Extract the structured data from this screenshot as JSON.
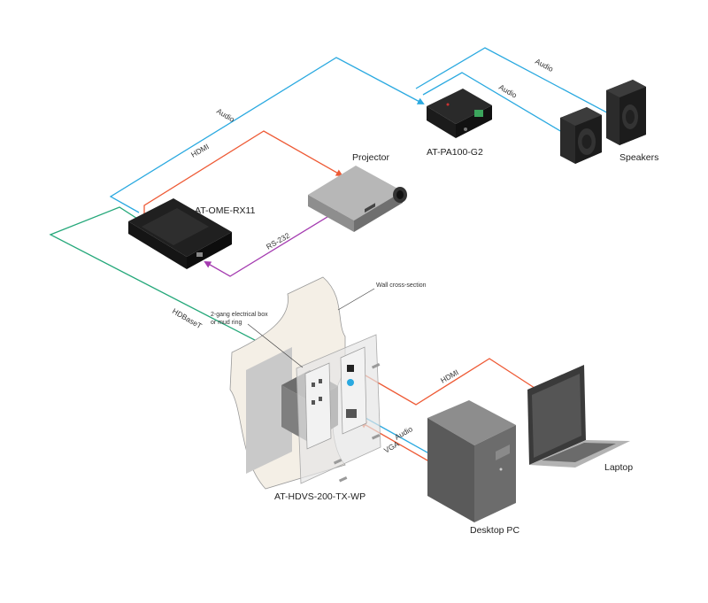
{
  "devices": {
    "projector": "Projector",
    "receiver": "AT-OME-RX11",
    "amplifier": "AT-PA100-G2",
    "speakers": "Speakers",
    "wallplate": "AT-HDVS-200-TX-WP",
    "desktop": "Desktop PC",
    "laptop": "Laptop"
  },
  "annotations": {
    "wall": "Wall cross-section",
    "box_line1": "2-gang electrical box",
    "box_line2": "or mud ring"
  },
  "cables": {
    "audio_top": "Audio",
    "audio_left": "Audio",
    "audio_mid": "Audio",
    "hdmi_top": "HDMI",
    "rs232": "RS-232",
    "hdbaset": "HDBaseT",
    "hdmi_laptop": "HDMI",
    "audio_pc": "Audio",
    "vga": "VGA"
  },
  "colors": {
    "audio": "#2aa9e0",
    "hdmi": "#ee5a35",
    "rs232": "#a43bb0",
    "hdbaset": "#25a87a",
    "device_dark": "#1b1b1b",
    "device_gray": "#5a5a5a"
  }
}
